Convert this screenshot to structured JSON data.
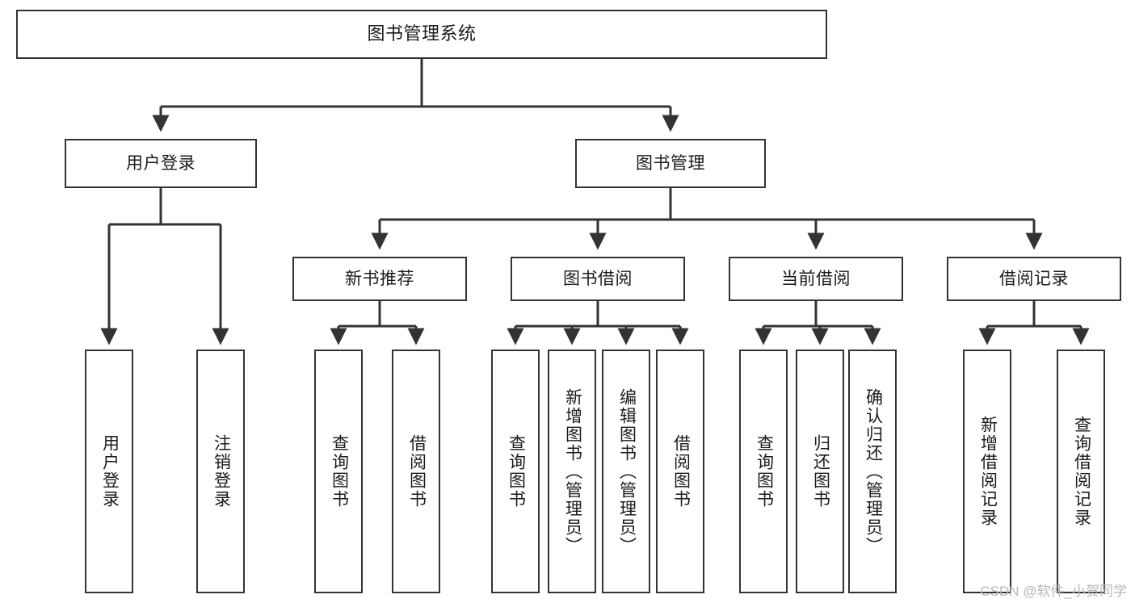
{
  "diagram": {
    "type": "tree",
    "title": "图书管理系统",
    "orientation": "top-down",
    "colors": {
      "box_border": "#333333",
      "box_fill": "#ffffff",
      "edge": "#333333",
      "text": "#1b1b1b",
      "watermark": "#b7b7b7",
      "background": "#ffffff"
    },
    "nodes": {
      "root": {
        "label": "图书管理系统"
      },
      "level2": [
        {
          "label": "用户登录"
        },
        {
          "label": "图书管理"
        }
      ],
      "level3": [
        {
          "label": "新书推荐"
        },
        {
          "label": "图书借阅"
        },
        {
          "label": "当前借阅"
        },
        {
          "label": "借阅记录"
        }
      ],
      "leaves": {
        "user_login": [
          {
            "label": "用户登录"
          },
          {
            "label": "注销登录"
          }
        ],
        "new_book_recommend": [
          {
            "label": "查询图书"
          },
          {
            "label": "借阅图书"
          }
        ],
        "book_borrow": [
          {
            "label": "查询图书"
          },
          {
            "label": "新增图书（管理员）"
          },
          {
            "label": "编辑图书（管理员）"
          },
          {
            "label": "借阅图书"
          }
        ],
        "current_borrow": [
          {
            "label": "查询图书"
          },
          {
            "label": "归还图书"
          },
          {
            "label": "确认归还（管理员）"
          }
        ],
        "borrow_record": [
          {
            "label": "新增借阅记录"
          },
          {
            "label": "查询借阅记录"
          }
        ]
      }
    },
    "watermark": "CSDN @软件_小贺同学"
  }
}
